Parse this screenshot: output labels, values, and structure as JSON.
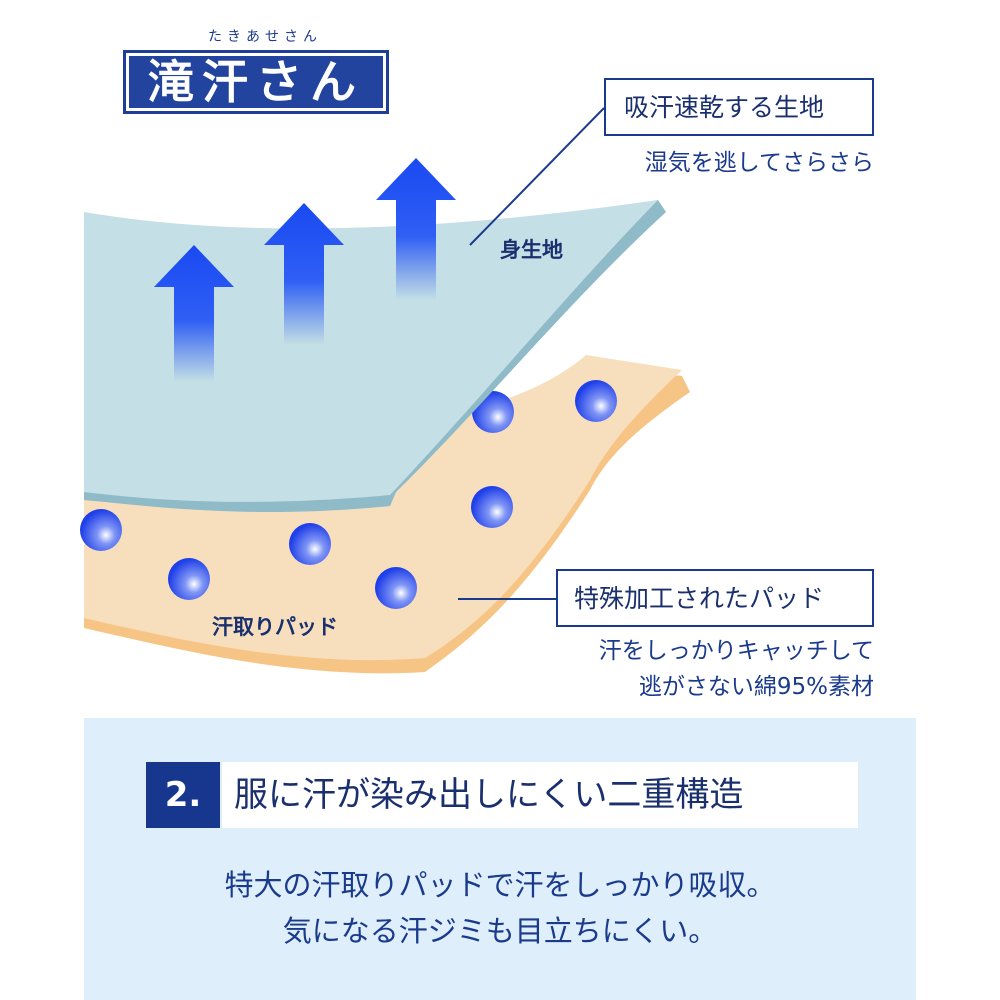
{
  "logo": {
    "ruby": "たきあせさん",
    "text": "滝汗さん"
  },
  "callout_top": {
    "title": "吸汗速乾する生地",
    "subtitle": "湿気を逃してさらさら"
  },
  "callout_bottom": {
    "title": "特殊加工されたパッド",
    "subtitle_line1": "汗をしっかりキャッチして",
    "subtitle_line2": "逃がさない綿95%素材"
  },
  "layer_labels": {
    "fabric": "身生地",
    "pad": "汗取りパッド"
  },
  "section": {
    "number": "2.",
    "title": "服に汗が染み出しにくい二重構造",
    "description_line1": "特大の汗取りパッドで汗をしっかり吸収。",
    "description_line2": "気になる汗ジミも目立ちにくい。"
  },
  "colors": {
    "navy": "#1a3a8c",
    "fabric": "#c5dfe6",
    "pad": "#f7dfbe",
    "arrow": "#1f4cf0",
    "panel": "#deeefa"
  }
}
